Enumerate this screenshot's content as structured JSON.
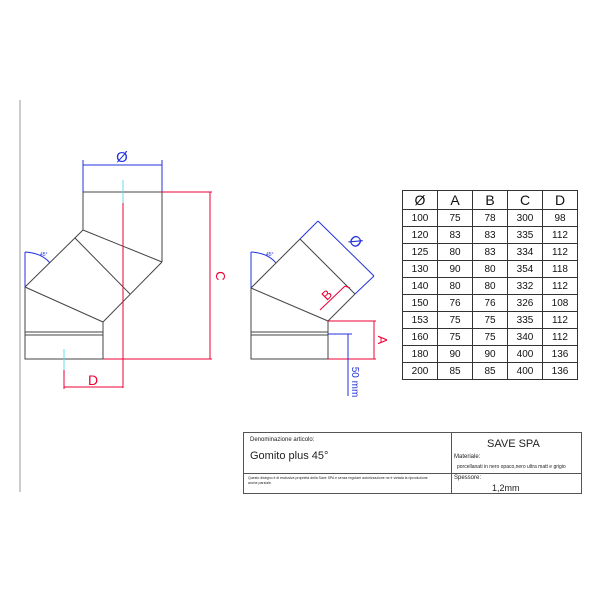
{
  "drawing": {
    "diameter_symbol": "Ø",
    "labels": {
      "A": "A",
      "B": "B",
      "C": "C",
      "D": "D"
    },
    "angle": "45°",
    "sleeve": "50 mm"
  },
  "table": {
    "headers": [
      "Ø",
      "A",
      "B",
      "C",
      "D"
    ],
    "rows": [
      [
        "100",
        "75",
        "78",
        "300",
        "98"
      ],
      [
        "120",
        "83",
        "83",
        "335",
        "112"
      ],
      [
        "125",
        "80",
        "83",
        "334",
        "112"
      ],
      [
        "130",
        "90",
        "80",
        "354",
        "118"
      ],
      [
        "140",
        "80",
        "80",
        "332",
        "112"
      ],
      [
        "150",
        "76",
        "76",
        "326",
        "108"
      ],
      [
        "153",
        "75",
        "75",
        "335",
        "112"
      ],
      [
        "160",
        "75",
        "75",
        "340",
        "112"
      ],
      [
        "180",
        "90",
        "90",
        "400",
        "136"
      ],
      [
        "200",
        "85",
        "85",
        "400",
        "136"
      ]
    ]
  },
  "title_block": {
    "denominazione_label": "Denominazione articolo:",
    "article": "Gomito plus 45°",
    "company": "SAVE SPA",
    "materiale_label": "Materiale:",
    "materiale": "porcellanati in nero opaco,nero ultra matt e grigio",
    "disclaimer": "Questo disegno è di esclusiva proprietà della Save SPA e senza regolare autorizzazione ne è vietata la riproduzione anche parziale.",
    "spessore_label": "Spessore:",
    "spessore": "1,2mm"
  },
  "colors": {
    "line": "#444444",
    "dim_red": "#e0303a",
    "dim_blue": "#2233dd",
    "center_cyan": "#66e0ee"
  }
}
